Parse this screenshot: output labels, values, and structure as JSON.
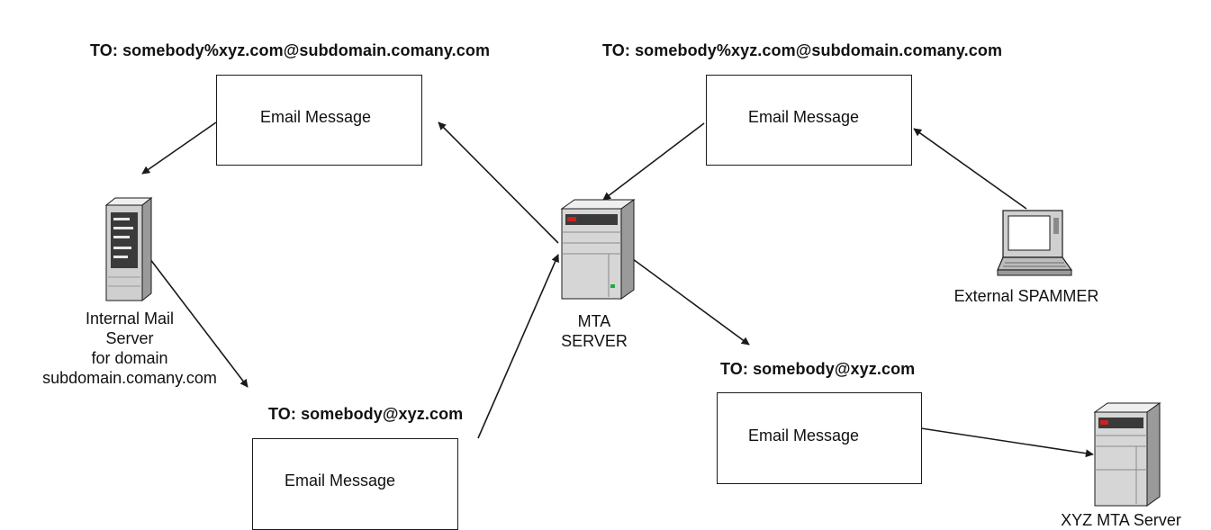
{
  "addresses": {
    "relay_left": "TO: somebody%xyz.com@subdomain.comany.com",
    "relay_right": "TO: somebody%xyz.com@subdomain.comany.com",
    "return_left": "TO: somebody@xyz.com",
    "forward_right": "TO: somebody@xyz.com"
  },
  "messages": {
    "top_left": "Email Message",
    "top_right": "Email Message",
    "bottom_left": "Email Message",
    "bottom_right": "Email Message"
  },
  "nodes": {
    "internal_mail_server": [
      "Internal Mail",
      "Server",
      "for domain",
      "subdomain.comany.com"
    ],
    "mta_server": [
      "MTA",
      "SERVER"
    ],
    "external_spammer": "External SPAMMER",
    "xyz_mta_server": "XYZ MTA Server"
  },
  "colors": {
    "stroke": "#1a1a1a",
    "server_body": "#d8d8d8",
    "server_dark": "#8a8a8a",
    "server_red": "#cc2222",
    "server_green": "#22aa44"
  }
}
